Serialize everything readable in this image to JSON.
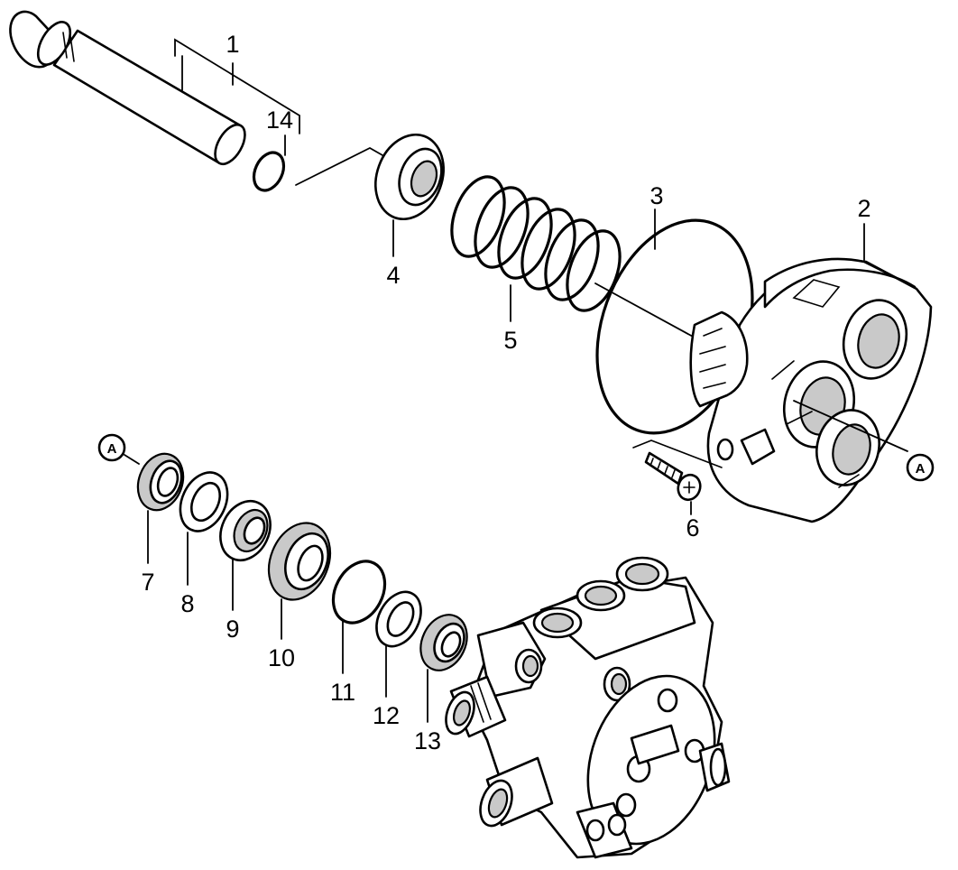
{
  "callouts": {
    "c1": "1",
    "c2": "2",
    "c3": "3",
    "c4": "4",
    "c5": "5",
    "c6": "6",
    "c7": "7",
    "c8": "8",
    "c9": "9",
    "c10": "10",
    "c11": "11",
    "c12": "12",
    "c13": "13",
    "c14": "14"
  },
  "markers": {
    "a_left": "A",
    "a_right": "A"
  }
}
